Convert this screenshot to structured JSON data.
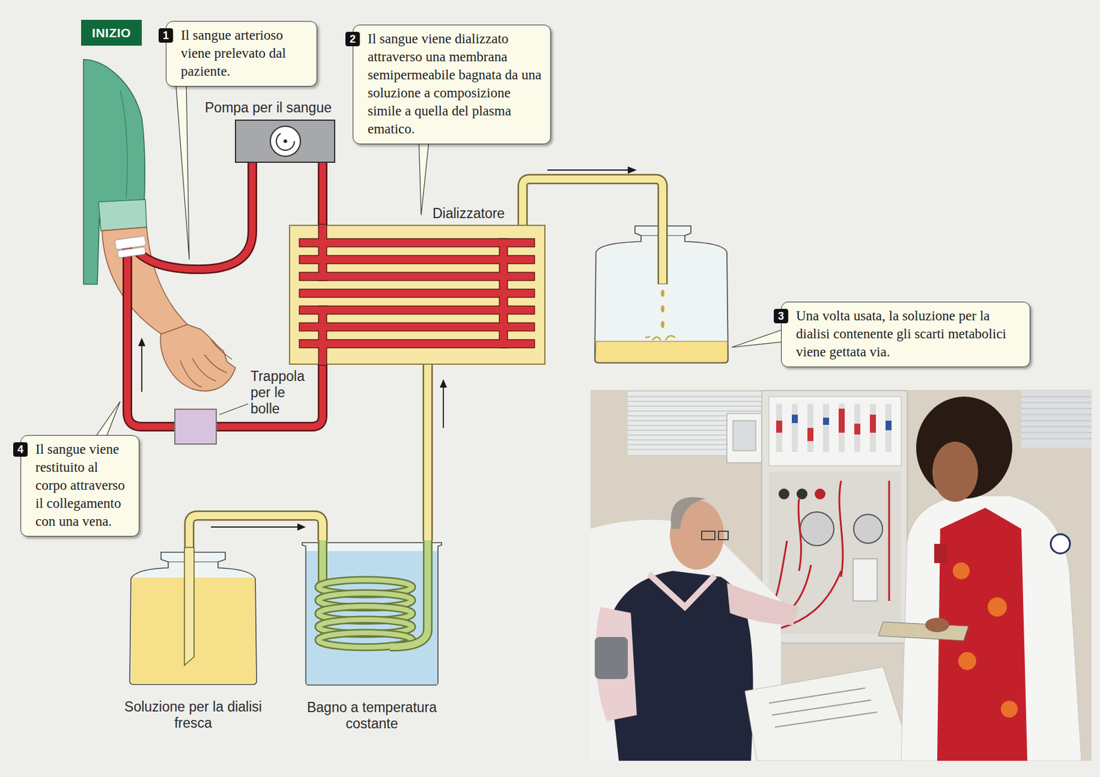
{
  "diagram": {
    "nodes": [
      {
        "text": [
          "INIZIO"
        ]
      },
      {
        "text": [
          "1",
          "Il sangue arterioso viene prelevato dal paziente."
        ]
      },
      {
        "text": [
          "2",
          "Il sangue viene dializzato attraverso una membrana semipermeabile bagnata da una soluzione a composizione simile a quella del plasma ematico."
        ]
      },
      {
        "text": [
          "Pompa per il sangue"
        ]
      },
      {
        "text": [
          "Dializzatore"
        ]
      },
      {
        "text": [
          "3",
          "Una volta usata, la soluzione per la dialisi contenente gli scarti metabolici viene gettata via."
        ]
      },
      {
        "text": [
          "Trappola per le bolle"
        ]
      },
      {
        "text": [
          "4",
          "Il sangue viene restituito al corpo attraverso il collegamento con una vena."
        ]
      },
      {
        "text": [
          "Soluzione per la dialisi fresca"
        ]
      },
      {
        "text": [
          "Bagno a temperatura costante"
        ]
      }
    ],
    "edges": [
      {
        "from": 3,
        "to": 4,
        "arrow": "none"
      },
      {
        "from": 4,
        "to": 6,
        "arrow": "none"
      },
      {
        "from": 8,
        "to": 9,
        "arrow": "to"
      },
      {
        "from": 9,
        "to": 4,
        "arrow": "to"
      }
    ]
  }
}
